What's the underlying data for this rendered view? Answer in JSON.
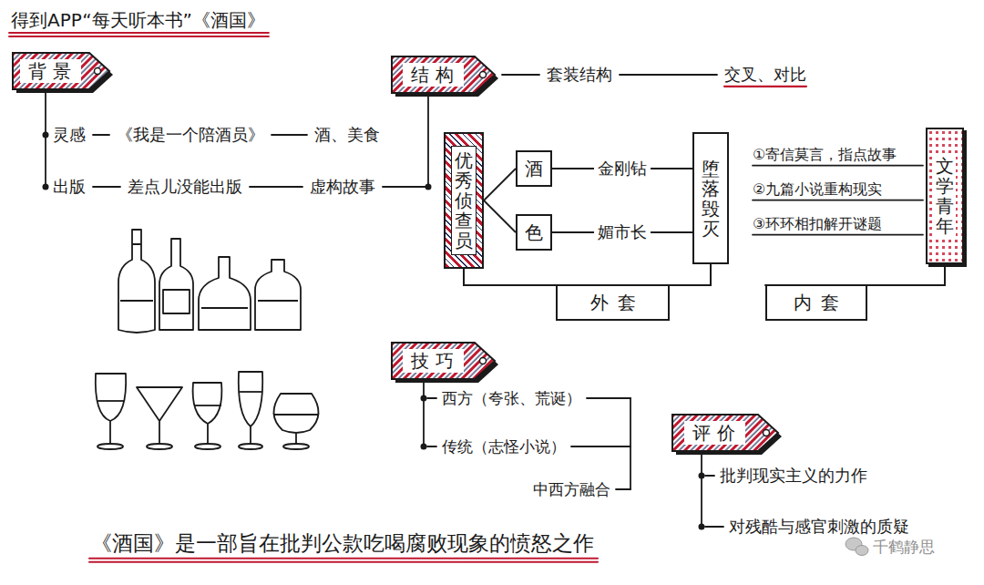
{
  "diagram": {
    "title": "得到APP“每天听本书”《酒国》",
    "caption": "《酒国》是一部旨在批判公款吃喝腐败现象的愤怒之作",
    "nodes": [
      {
        "text": [
          "背景"
        ]
      },
      {
        "text": [
          "结构"
        ]
      },
      {
        "text": [
          "优秀侦查员"
        ]
      },
      {
        "text": [
          "酒"
        ]
      },
      {
        "text": [
          "色"
        ]
      },
      {
        "text": [
          "堕落毁灭"
        ]
      },
      {
        "text": [
          "外套"
        ]
      },
      {
        "text": [
          "文学青年"
        ]
      },
      {
        "text": [
          "内套"
        ]
      },
      {
        "text": [
          "技巧"
        ]
      },
      {
        "text": [
          "评价"
        ]
      }
    ],
    "edges": [
      {
        "from": 2,
        "to": 3,
        "arrow": "none"
      },
      {
        "from": 2,
        "to": 4,
        "arrow": "none"
      },
      {
        "from": 3,
        "to": 5,
        "label": "金刚钻",
        "arrow": "none"
      },
      {
        "from": 4,
        "to": 5,
        "label": "媚市长",
        "arrow": "none"
      }
    ],
    "labels": [
      "灵感",
      "《我是一个陪酒员》",
      "酒、美食",
      "出版",
      "差点儿没能出版",
      "虚构故事",
      "套装结构",
      "交叉、对比",
      "①寄信莫言，指点故事",
      "②九篇小说重构现实",
      "③环环相扣解开谜题",
      "西方（夸张、荒诞）",
      "传统（志怪小说）",
      "中西方融合",
      "批判现实主义的力作",
      "对残酷与感官刺激的质疑",
      "千鹤静思"
    ]
  }
}
